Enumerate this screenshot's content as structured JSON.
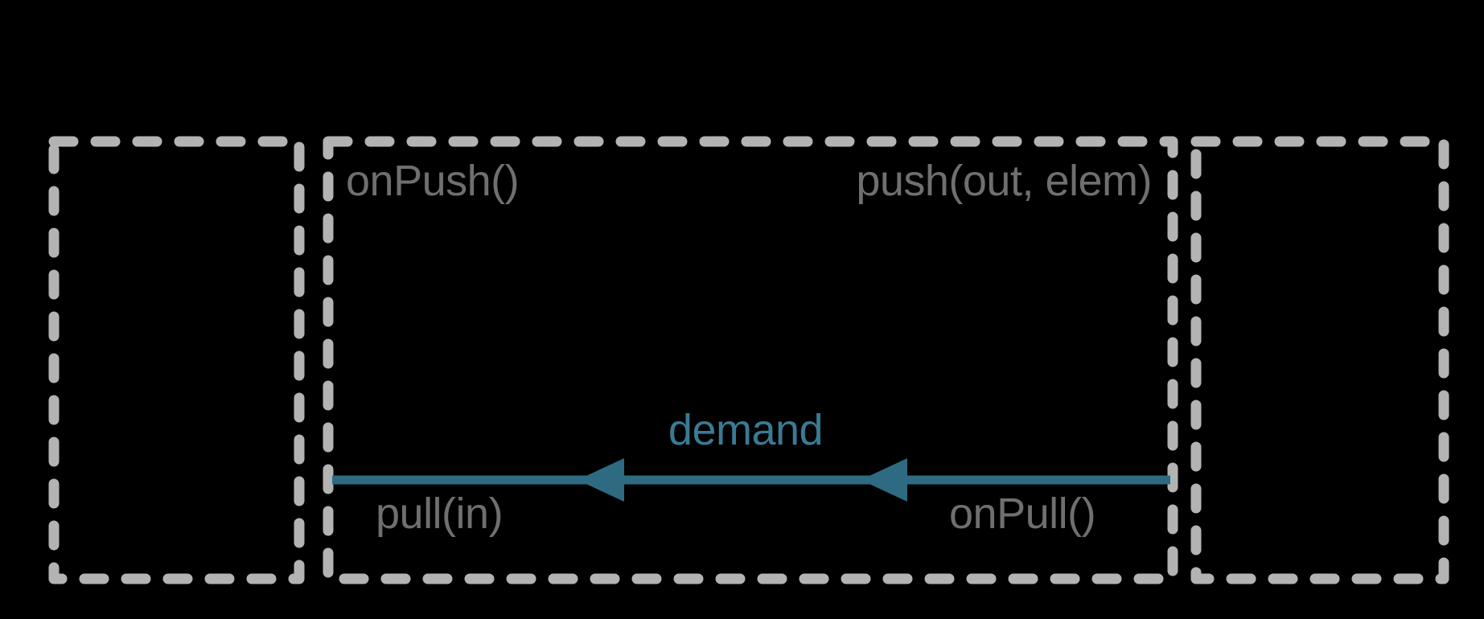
{
  "diagram": {
    "stage_box": {
      "top_left_label": "onPush()",
      "top_right_label": "push(out, elem)",
      "bottom_left_label": "pull(in)",
      "bottom_right_label": "onPull()"
    },
    "arrow": {
      "label": "demand",
      "direction": "left"
    },
    "colors": {
      "background": "#000000",
      "box_border": "#b3b3b3",
      "label_text": "#6f6f6f",
      "arrow": "#2e6b83",
      "arrow_label": "#3a7a95"
    }
  }
}
